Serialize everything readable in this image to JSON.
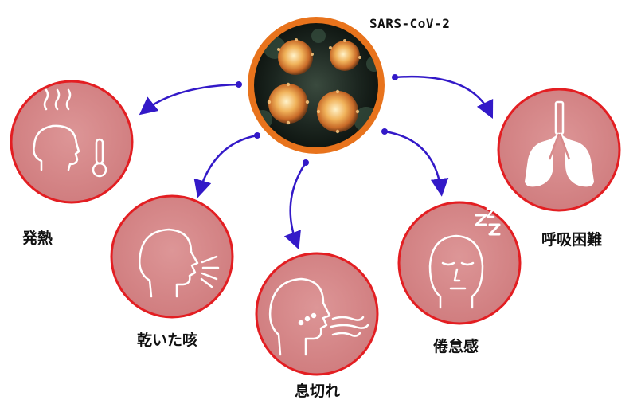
{
  "virus": {
    "name": "SARS-CoV-2"
  },
  "symptoms": [
    {
      "id": "fever",
      "label": "発熱",
      "icon": "fever-head-thermometer-icon"
    },
    {
      "id": "dry-cough",
      "label": "乾いた咳",
      "icon": "coughing-head-icon"
    },
    {
      "id": "shortness-of-breath",
      "label": "息切れ",
      "icon": "breathless-head-icon"
    },
    {
      "id": "fatigue",
      "label": "倦怠感",
      "icon": "tired-head-zzz-icon"
    },
    {
      "id": "dyspnea",
      "label": "呼吸困難",
      "icon": "lungs-icon"
    }
  ],
  "colors": {
    "circle_fill": "#d88a8b",
    "circle_border": "#e31e22",
    "arrow": "#3319c8",
    "virus_ring": "#e8731c",
    "icon_line": "#ffffff"
  }
}
